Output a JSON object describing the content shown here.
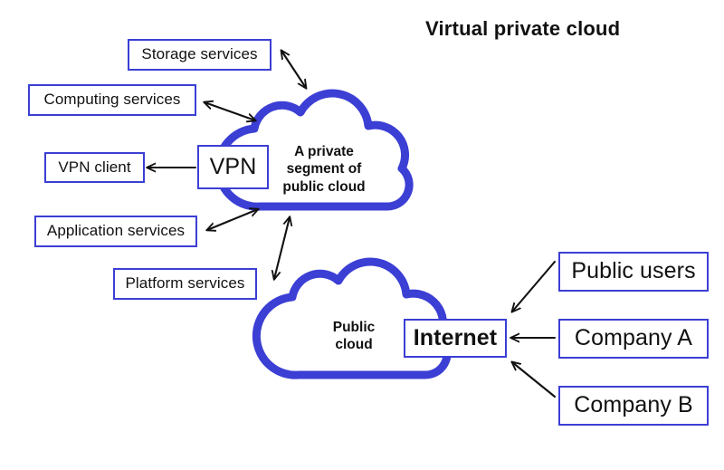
{
  "title": {
    "text": "Virtual private cloud"
  },
  "colors": {
    "cloud_stroke": "#3b3fd4",
    "box_border": "#3b3fd4",
    "box_fill": "#ffffff",
    "text": "#111111",
    "arrow": "#111111",
    "background": "#ffffff"
  },
  "clouds": [
    {
      "id": "private-cloud",
      "label": "A private\nsegment of\npublic cloud",
      "label_lines": [
        "A private",
        "segment of",
        "public cloud"
      ]
    },
    {
      "id": "public-cloud",
      "label": "Public\ncloud",
      "label_lines": [
        "Public",
        "cloud"
      ]
    }
  ],
  "boxes": {
    "storage_services": "Storage services",
    "computing_services": "Computing services",
    "vpn_client": "VPN client",
    "vpn": "VPN",
    "application_services": "Application services",
    "platform_services": "Platform services",
    "internet": "Internet",
    "public_users": "Public users",
    "company_a": "Company A",
    "company_b": "Company B"
  },
  "connections": [
    {
      "from": "storage_services",
      "to": "private-cloud",
      "style": "double-arrow"
    },
    {
      "from": "computing_services",
      "to": "private-cloud",
      "style": "double-arrow"
    },
    {
      "from": "vpn",
      "to": "vpn_client",
      "style": "single-arrow"
    },
    {
      "from": "application_services",
      "to": "private-cloud",
      "style": "double-arrow"
    },
    {
      "from": "platform_services",
      "to": "private-cloud",
      "style": "double-arrow"
    },
    {
      "from": "public_users",
      "to": "internet",
      "style": "single-arrow"
    },
    {
      "from": "company_a",
      "to": "internet",
      "style": "single-arrow"
    },
    {
      "from": "company_b",
      "to": "internet",
      "style": "single-arrow"
    }
  ]
}
